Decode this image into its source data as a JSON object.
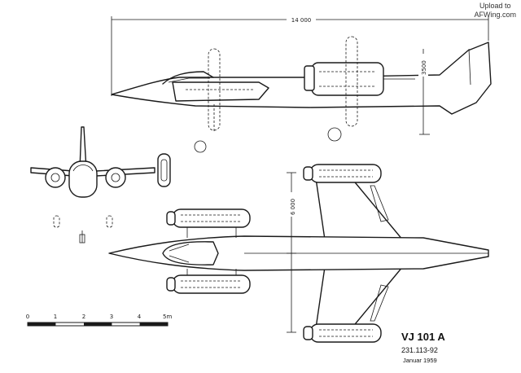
{
  "watermark": {
    "line1": "Upload to",
    "line2": "AFWing.com"
  },
  "dimensions": {
    "length": "14 000",
    "height": "3500",
    "span": "6 000"
  },
  "scale_bar": {
    "labels": [
      "0",
      "1",
      "2",
      "3",
      "4",
      "5m"
    ]
  },
  "title_block": {
    "name": "VJ 101 A",
    "number": "231.113-92",
    "date": "Januar  1959"
  }
}
